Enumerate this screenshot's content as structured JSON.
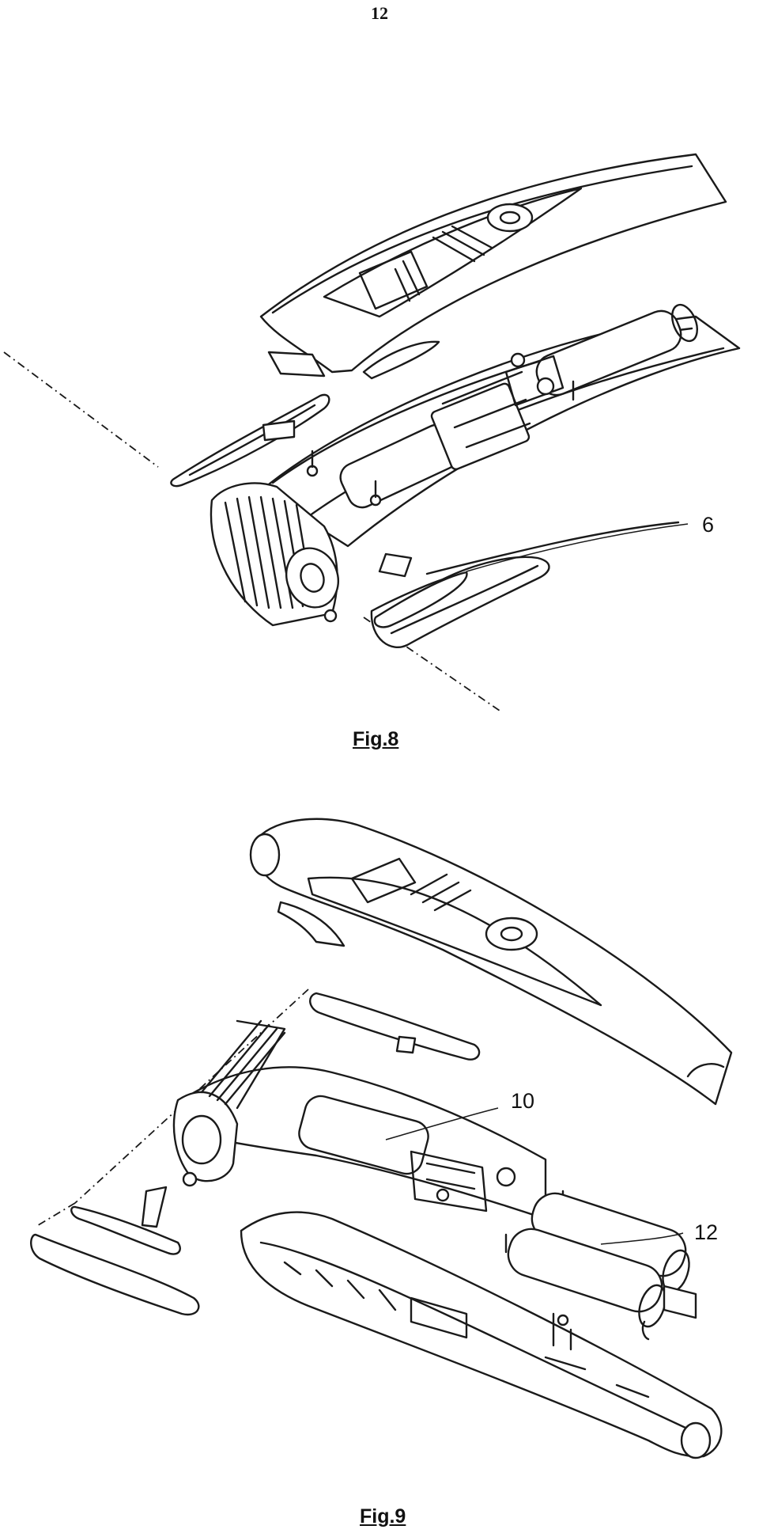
{
  "page": {
    "number": "12"
  },
  "figures": [
    {
      "label": "Fig.8",
      "references": [
        "6"
      ]
    },
    {
      "label": "Fig.9",
      "references": [
        "10",
        "12"
      ]
    }
  ]
}
